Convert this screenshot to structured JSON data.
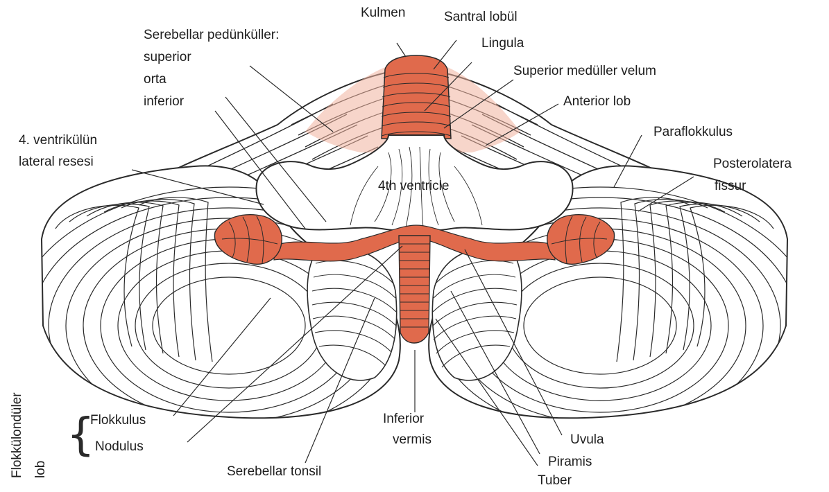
{
  "labels": {
    "kulmen": "Kulmen",
    "santral_lobul": "Santral lobül",
    "lingula": "Lingula",
    "sup_medullar_velum": "Superior medüller velum",
    "anterior_lob": "Anterior lob",
    "paraflokkulus": "Paraflokkulus",
    "posterolateral": "Posterolatera",
    "fissur": "fissur",
    "pedunkuller": "Serebellar pedünküller:",
    "superior": "superior",
    "orta": "orta",
    "inferior": "inferior",
    "ventrikul_line1": "4. ventrikülün",
    "ventrikul_line2": "lateral resesi",
    "fourth_ventricle": "4th ventricle",
    "flokkulus": "Flokkulus",
    "nodulus": "Nodulus",
    "inferior_vermis_1": "Inferior",
    "inferior_vermis_2": "vermis",
    "serebellar_tonsil": "Serebellar tonsil",
    "uvula": "Uvula",
    "piramis": "Piramis",
    "tuber": "Tuber",
    "flokkulonduler": "Flokkülondüler",
    "lob": "lob"
  },
  "colors": {
    "highlight": "#e06a4c",
    "highlight_light": "#f1b39f",
    "line": "#2a2a2a",
    "background": "#ffffff"
  }
}
